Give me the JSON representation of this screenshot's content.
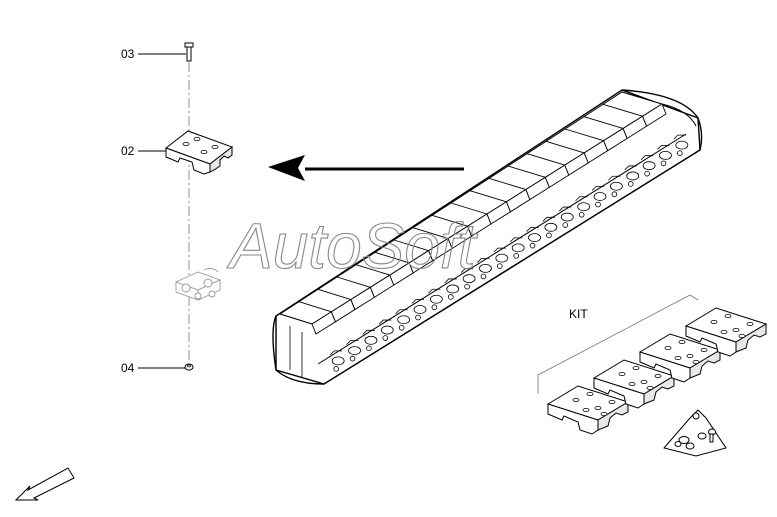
{
  "callouts": {
    "bolt": "03",
    "track_pad": "02",
    "nut": "04"
  },
  "kit_label": "KIT",
  "watermark": "AutoSoft",
  "colors": {
    "line": "#000000",
    "light_line": "#777777",
    "watermark": "#888888",
    "pad_fill": "#ffffff",
    "pad_shade": "#e8e8e8"
  }
}
